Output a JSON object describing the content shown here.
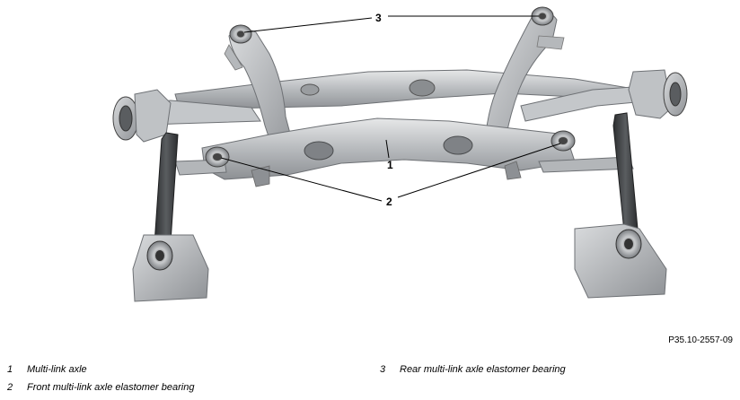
{
  "callouts": [
    "1",
    "2",
    "3"
  ],
  "reference_code": "P35.10-2557-09",
  "legend": [
    {
      "number": "1",
      "label": "Multi-link axle"
    },
    {
      "number": "2",
      "label": "Front multi-link axle elastomer bearing"
    },
    {
      "number": "3",
      "label": "Rear multi-link axle elastomer bearing"
    }
  ],
  "colors": {
    "metal_light": "#d4d6d8",
    "metal_mid": "#a9acaf",
    "metal_dark": "#6e7175",
    "arm_dark": "#3a3c3e"
  }
}
